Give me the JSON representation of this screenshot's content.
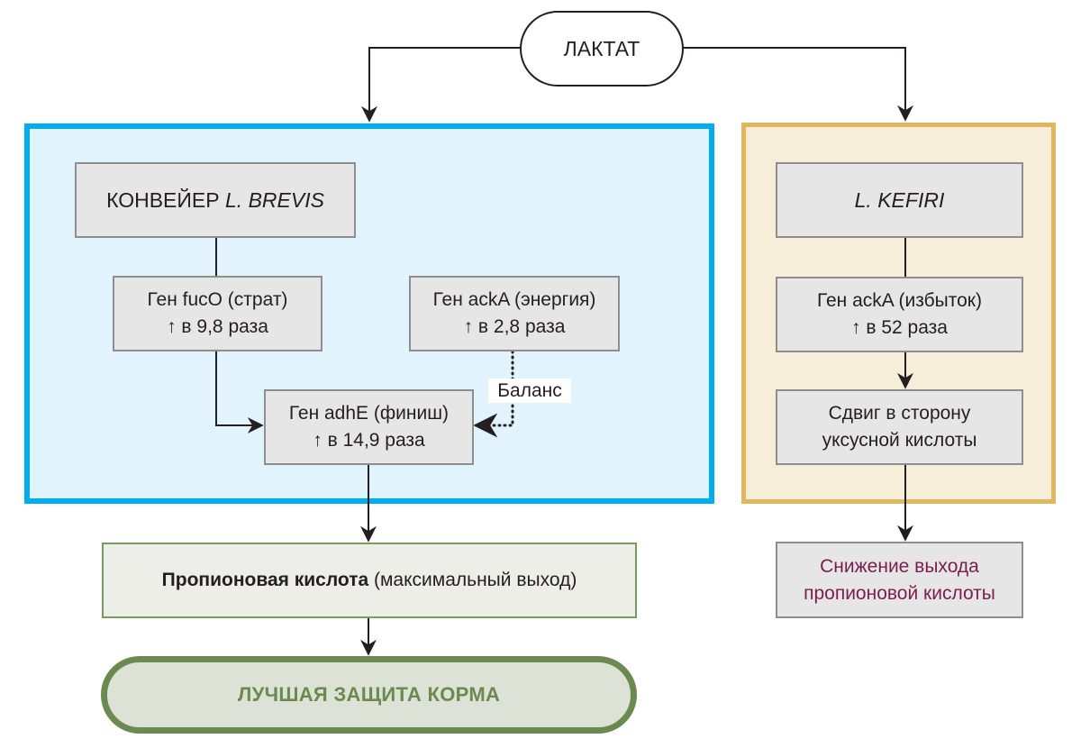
{
  "start": {
    "label": "ЛАКТАТ"
  },
  "left_group": {
    "accent_color": "#00aeef",
    "header": {
      "prefix": "КОНВЕЙЕР ",
      "species": "L. BREVIS"
    },
    "genes": [
      {
        "id": "fucO",
        "line1": "Ген fucO (страт)",
        "arrow": "↑",
        "line2": " в 9,8 раза"
      },
      {
        "id": "ackA-energy",
        "line1": "Ген ackA (энергия)",
        "arrow": "↑",
        "line2": " в 2,8 раза"
      },
      {
        "id": "adhE",
        "line1": "Ген adhE (финиш)",
        "arrow": "↑",
        "line2": " в 14,9 раза"
      }
    ],
    "balance_label": "Баланс"
  },
  "right_group": {
    "accent_color": "#e1b65c",
    "header": {
      "species": "L. KEFIRI"
    },
    "gene": {
      "line1": "Ген ackA (избыток)",
      "arrow": "↑",
      "line2": " в 52 раза"
    },
    "shift": {
      "line1": "Сдвиг в сторону",
      "line2": "уксусной кислоты"
    }
  },
  "outcomes": {
    "propionic": {
      "bold": "Пропионовая кислота",
      "rest": " (максимальный выход)"
    },
    "result": {
      "label": "ЛУЧШАЯ ЗАЩИТА КОРМА",
      "color": "#6b8a4f"
    },
    "decrease": {
      "line1": "Снижение выхода",
      "line2": "пропионовой кислоты",
      "color": "#7b1d4e"
    }
  }
}
